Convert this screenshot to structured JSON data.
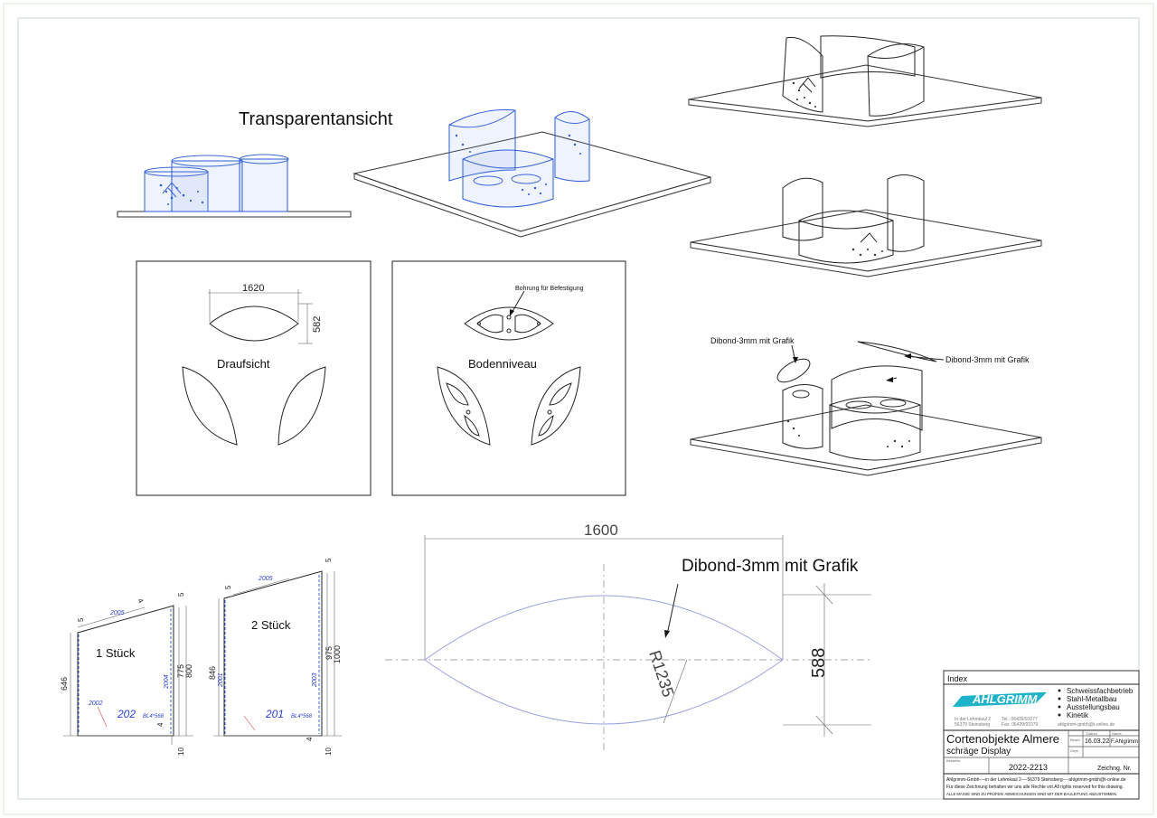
{
  "views": {
    "transparent_title": "Transparentansicht",
    "top_view_label": "Draufsicht",
    "floor_level_label": "Bodenniveau",
    "drill_note": "Bohrung für Befestigung",
    "top_view_width": "1620",
    "top_view_depth": "582",
    "dibond_label_left": "Dibond-3mm mit Grafik",
    "dibond_label_right": "Dibond-3mm mit Grafik"
  },
  "lens_detail": {
    "width_dim": "1600",
    "height_dim": "588",
    "radius_dim": "R1235",
    "label": "Dibond-3mm mit Grafik"
  },
  "panel_1": {
    "quantity": "1 Stück",
    "part_no": "202",
    "bl_note": "BL4*568",
    "dim_top_slope": "2005",
    "dim_left_edge": "2002",
    "dim_right_edge": "2004",
    "dim_height_left": "646",
    "dim_height_right_a": "775",
    "dim_height_right_b": "800",
    "dim_top_offset": "5",
    "dim_top_offset_right": "5",
    "dim_tick": "4",
    "dim_bottom_tick": "4",
    "dim_bottom": "10"
  },
  "panel_2": {
    "quantity": "2 Stück",
    "part_no": "201",
    "bl_note": "BL4*568",
    "dim_top_slope": "2005",
    "dim_left_edge": "2001",
    "dim_right_edge": "2003",
    "dim_height_left": "846",
    "dim_height_right_a": "975",
    "dim_height_right_b": "1000",
    "dim_top_offset": "5",
    "dim_top_offset_right": "5",
    "dim_bottom_tick": "4",
    "dim_bottom": "10"
  },
  "title_block": {
    "index_label": "Index",
    "company_logo": "AHLGRIMM",
    "services": [
      "Schweissfachbetrieb",
      "Stahl-Metallbau",
      "Ausstellungsbau",
      "Kinetik"
    ],
    "address_line1": "In der Lehmkaul 2",
    "address_line2": "56379 Steinsberg",
    "phone": "Tel.: 06439/91077",
    "fax": "Fax: 06439/91079",
    "email": "ahlgrimm-gmbh@t-online.de",
    "date_label": "Datum",
    "name_label": "Name",
    "drawn_label": "Bearb.",
    "checked_label": "Gepr.",
    "date": "16.03.22",
    "name": "F.Ahlgrimm",
    "project_title": "Cortenobjekte Almere",
    "project_subtitle": "schräge Display",
    "order_label": "Bestellnr.",
    "drawing_number": "2022-2213",
    "drawing_no_label": "Zeichng. Nr.",
    "footer_line1": "Ahlgrimm-Gmbh----in der Lehmkaul 2----56379 Steinsberg----ahlgrimm-gmbh@t-online.de",
    "footer_line2": "Für diese Zeichnung behalten wir uns alle Rechte vor.All rights reserved for this drawing.",
    "footer_line3": "ALLE MASSE SIND ZU PRÜFEN! ABWEICHUNGEN SIND MIT DER BAULEITUNG ABZUSTIMMEN."
  },
  "colors": {
    "logo": "#1fb3c9",
    "dimension_blue": "#2a3fd0",
    "outline": "#222222"
  }
}
